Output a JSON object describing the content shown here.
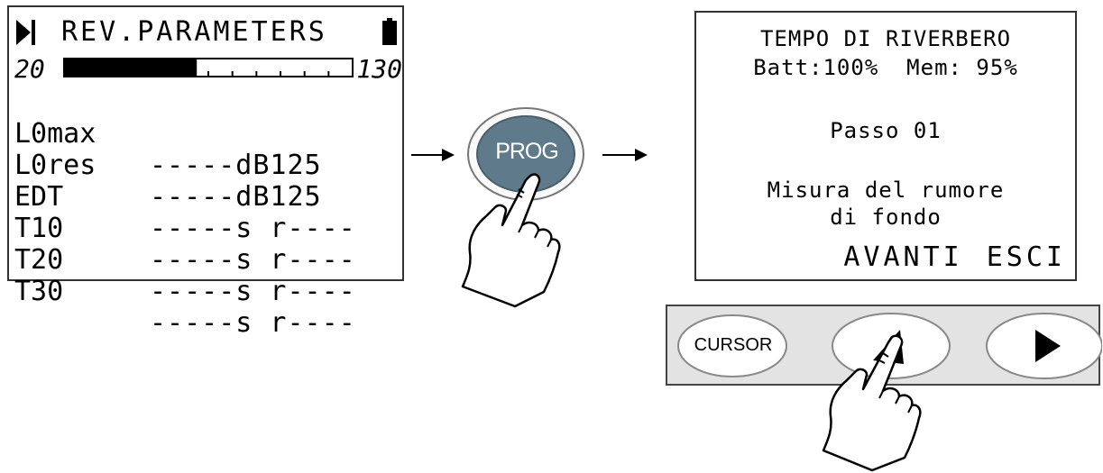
{
  "left_screen": {
    "title": "REV.PARAMETERS",
    "range": {
      "min": "20",
      "max": "130",
      "level_fraction": 0.46
    },
    "params": [
      {
        "name": "L0max",
        "value": "-----dB125"
      },
      {
        "name": "L0res",
        "value": "-----dB125"
      },
      {
        "name": "EDT",
        "value": "-----s r----"
      },
      {
        "name": "T10",
        "value": "-----s r----"
      },
      {
        "name": "T20",
        "value": "-----s r----"
      },
      {
        "name": "T30",
        "value": "-----s r----"
      }
    ],
    "icons": {
      "status": "play-icon",
      "power": "battery-icon"
    }
  },
  "prog_key": {
    "label": "PROG",
    "color": "#5f7a8a",
    "icon": "pointing-hand-icon"
  },
  "right_screen": {
    "title": "TEMPO DI RIVERBERO",
    "battery": "Batt:100%",
    "memory": "Mem: 95%",
    "step": "Passo 01",
    "message_line1": "Misura del rumore",
    "message_line2": "di fondo",
    "button_next": "AVANTI",
    "button_exit": "ESCI"
  },
  "keypad": {
    "cursor_label": "CURSOR",
    "up_key_icon": "up-arrow-icon",
    "right_key_icon": "right-arrow-icon",
    "pointer_icon": "pointing-hand-icon"
  },
  "colors": {
    "lcd_background": "#ffffff",
    "key_strip": "#e3e3e3",
    "prog_button": "#5f7a8a"
  }
}
